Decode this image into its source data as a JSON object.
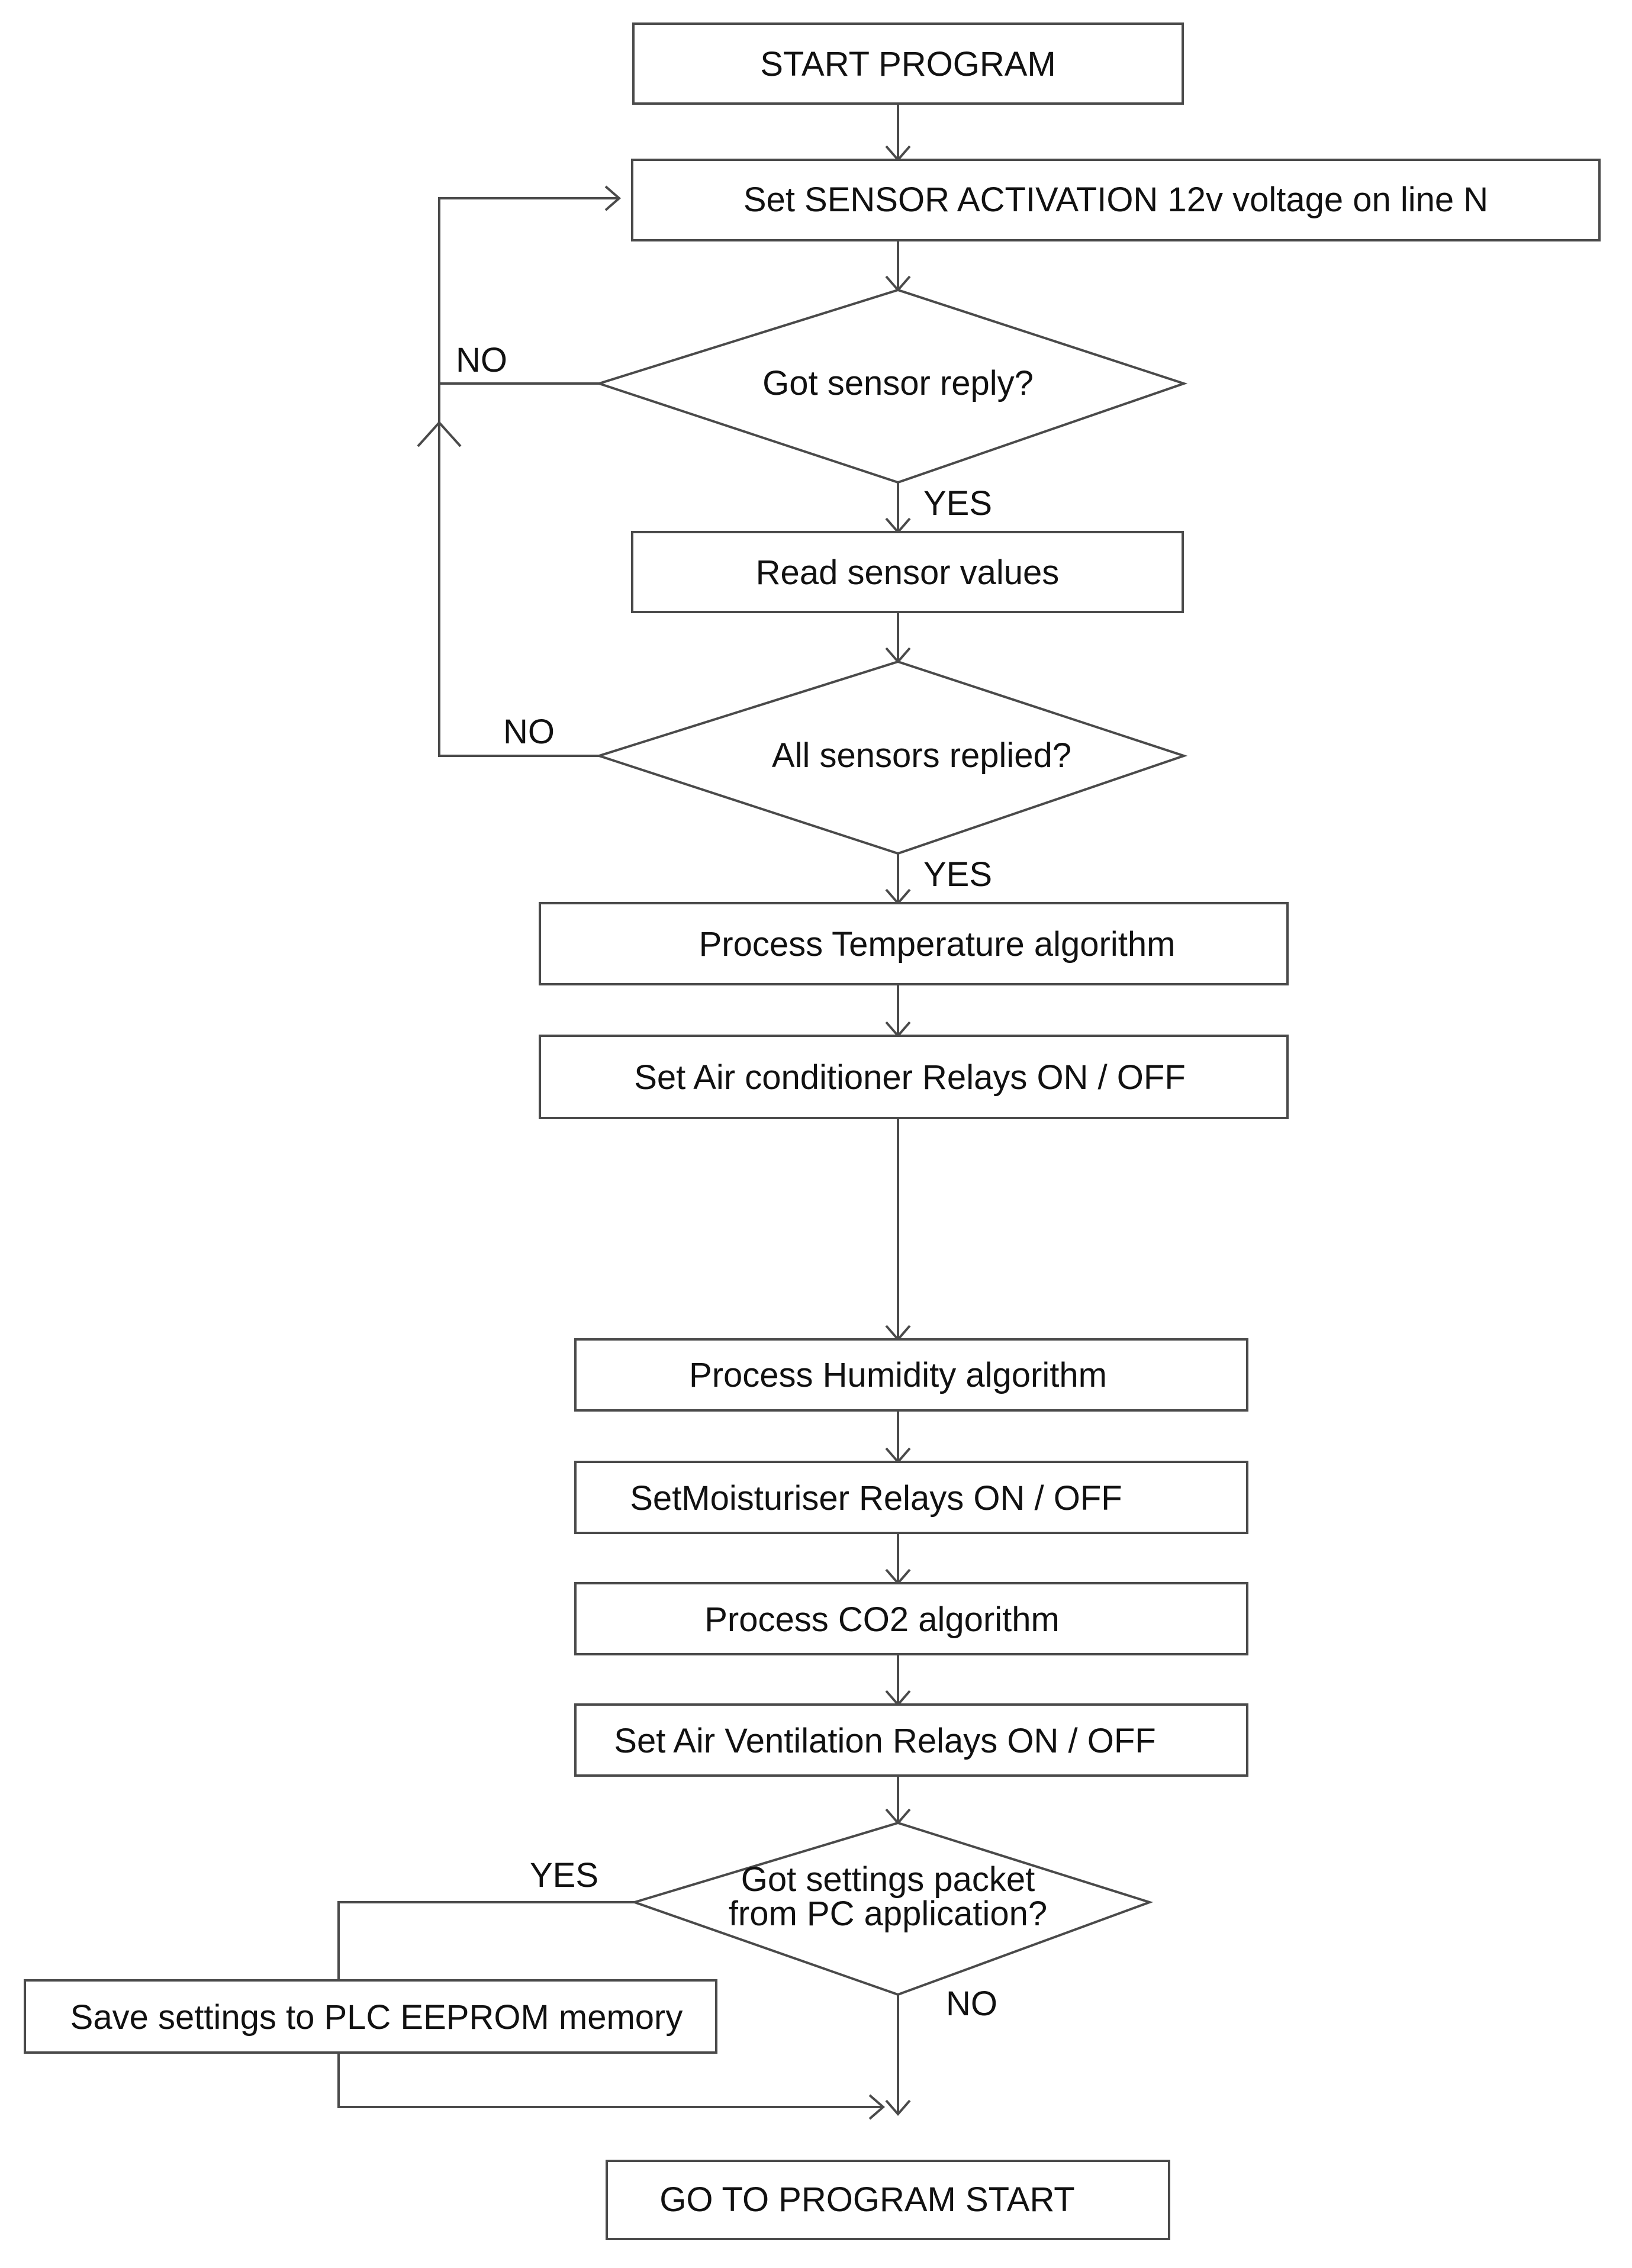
{
  "flowchart": {
    "start": "START PROGRAM",
    "sensor_activation": "Set SENSOR ACTIVATION 12v voltage on line N",
    "got_reply": "Got sensor reply?",
    "read_values": "Read sensor values",
    "all_replied": "All sensors replied?",
    "process_temp": "Process Temperature algorithm",
    "set_ac": "Set Air conditioner Relays ON / OFF",
    "process_humidity": "Process Humidity algorithm",
    "set_moisturiser": "SetMoisturiser Relays ON / OFF",
    "process_co2": "Process CO2 algorithm",
    "set_ventilation": "Set Air Ventilation Relays ON / OFF",
    "got_settings_line1": "Got settings  packet",
    "got_settings_line2": "from PC application?",
    "save_settings": "Save settings to PLC EEPROM memory",
    "go_to_start": "GO TO PROGRAM START"
  },
  "labels": {
    "no_1": "NO",
    "yes_1": "YES",
    "no_2": "NO",
    "yes_2": "YES",
    "yes_3": "YES",
    "no_3": "NO"
  }
}
